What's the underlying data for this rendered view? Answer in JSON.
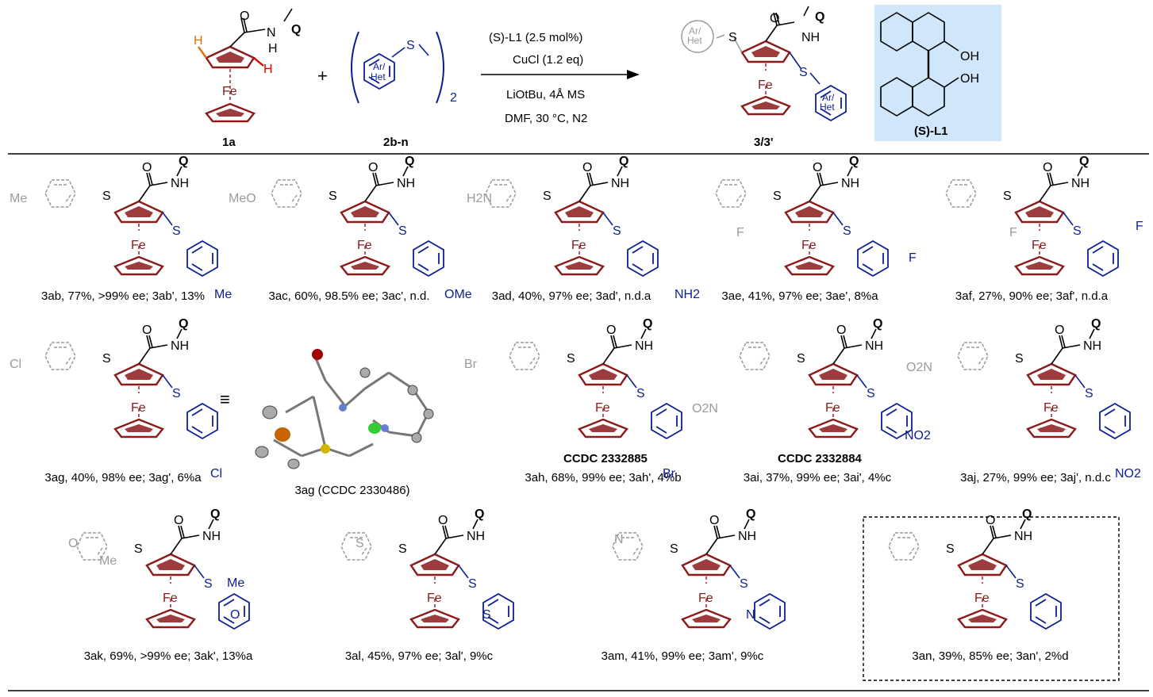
{
  "colors": {
    "cp": "#8b1a1a",
    "aryl": "#0c1e96",
    "ghost": "#9a9a9a",
    "orange": "#e07000",
    "red": "#e00000",
    "highlight": "#cfe6fb"
  },
  "atoms": {
    "fe": "Fe",
    "q": "Q",
    "nh": "NH",
    "n": "N",
    "h": "H",
    "o": "O",
    "s": "S",
    "oh": "OH",
    "ar": "Ar/",
    "het": "Het",
    "me": "Me",
    "ome": "OMe",
    "meo": "MeO",
    "nh2": "NH2",
    "h2n": "H2N",
    "f": "F",
    "cl": "Cl",
    "br": "Br",
    "no2": "NO2",
    "o2n": "O2N"
  },
  "scheme": {
    "sm1_label": "1a",
    "plus": "+",
    "sm2_label": "2b-n",
    "subscript_2": "2",
    "cond1": "(S)-L1 (2.5 mol%)",
    "cond2": "CuCl (1.2 eq)",
    "cond3": "LiOtBu, 4Å  MS",
    "cond4": "DMF, 30 °C, N2",
    "product_label": "3/3'",
    "ligand_label": "(S)-L1"
  },
  "products": [
    {
      "id": "3ab",
      "caption": "3ab, 77%, >99% ee; 3ab', 13%"
    },
    {
      "id": "3ac",
      "caption": "3ac, 60%, 98.5% ee; 3ac', n.d."
    },
    {
      "id": "3ad",
      "caption": "3ad, 40%, 97% ee; 3ad', n.d.a"
    },
    {
      "id": "3ae",
      "caption": "3ae, 41%, 97% ee; 3ae', 8%a"
    },
    {
      "id": "3af",
      "caption": "3af, 27%, 90% ee; 3af', n.d.a"
    },
    {
      "id": "3ag",
      "caption": "3ag, 40%, 98% ee; 3ag', 6%a"
    },
    {
      "id": "3ag-x",
      "caption": "3ag (CCDC 2330486)"
    },
    {
      "id": "3ah",
      "caption": "3ah, 68%, 99% ee; 3ah', 4%b",
      "ccdc": "CCDC 2332885"
    },
    {
      "id": "3ai",
      "caption": "3ai, 37%, 99% ee; 3ai', 4%c",
      "ccdc": "CCDC 2332884"
    },
    {
      "id": "3aj",
      "caption": "3aj, 27%, 99% ee; 3aj', n.d.c"
    },
    {
      "id": "3ak",
      "caption": "3ak, 69%, >99% ee; 3ak', 13%a"
    },
    {
      "id": "3al",
      "caption": "3al, 45%, 97% ee; 3al', 9%c"
    },
    {
      "id": "3am",
      "caption": "3am, 41%, 99% ee; 3am', 9%c"
    },
    {
      "id": "3an",
      "caption": "3an, 39%, 85% ee; 3an', 2%d"
    }
  ]
}
